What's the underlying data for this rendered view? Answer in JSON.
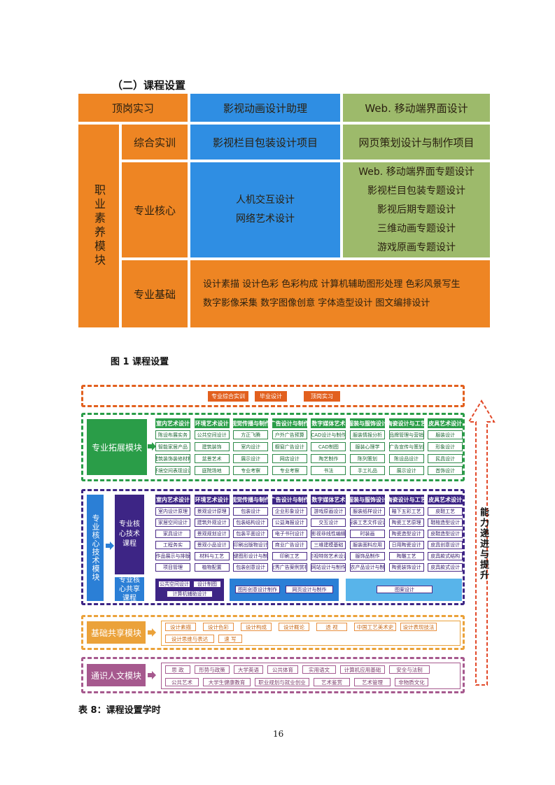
{
  "section_title": "（二）课程设置",
  "figure1": {
    "caption": "图 1   课程设置",
    "row_dinggang": {
      "label": "顶岗实习",
      "mid": "影视动画设计助理",
      "right": "Web. 移动端界面设计"
    },
    "side_label": "职业素养模块",
    "row_zonghe": {
      "label": "综合实训",
      "mid": "影视栏目包装设计项目",
      "right": "网页策划设计与制作项目"
    },
    "row_hexin": {
      "label": "专业核心",
      "mid": [
        "人机交互设计",
        "网络艺术设计"
      ],
      "right": [
        "Web. 移动端界面专题设计",
        "影视栏目包装专题设计",
        "影视后期专题设计",
        "三维动画专题设计",
        "游戏原画专题设计"
      ]
    },
    "row_jichu": {
      "label": "专业基础",
      "lines": [
        "设计素描   设计色彩   色彩构成   计算机辅助图形处理   色彩风景写生",
        "数字影像采集  数字图像创意   字体造型设计   图文编排设计"
      ]
    }
  },
  "figure2": {
    "top_items": [
      "专业综合实训",
      "毕业设计",
      "顶岗实习"
    ],
    "right_label": "能力递进与提升",
    "ext_module": {
      "label": "专业拓展模块",
      "columns": [
        {
          "header": "室内艺术设计",
          "items": [
            "陈设布展实务",
            "智能家居产品",
            "建筑装饰装修材料",
            "环境空间表现设计"
          ]
        },
        {
          "header": "环境艺术设计",
          "items": [
            "公共空间设计",
            "建筑装饰",
            "盆景艺术",
            "庭院场地"
          ]
        },
        {
          "header": "视觉传播与制作",
          "items": [
            "方正飞腾",
            "室内设计",
            "展示设计",
            "专业考察"
          ]
        },
        {
          "header": "广告设计与制作",
          "items": [
            "户外广告预算",
            "橱窗广告设计",
            "网店设计",
            "专业考察"
          ]
        },
        {
          "header": "数字媒体艺术",
          "items": [
            "CAD设计与制作",
            "CAD制图",
            "陶艺制作",
            "书法"
          ]
        },
        {
          "header": "服装与服饰设计",
          "items": [
            "服装情报分析",
            "服装心理学",
            "陈列策划",
            "手工礼品"
          ]
        },
        {
          "header": "陶瓷设计与工艺",
          "items": [
            "品牌管理与营销",
            "广告宣传与策划",
            "陈设品设计",
            "展示设计"
          ]
        },
        {
          "header": "皮具艺术设计",
          "items": [
            "服装设计",
            "形象设计",
            "民具设计",
            "首饰设计"
          ]
        }
      ]
    },
    "core_module": {
      "label": "专业核心技术模块",
      "sub1": "专业核心技术课程",
      "sub2": "专业核心共享课程",
      "columns": [
        {
          "header": "室内艺术设计",
          "items": [
            "室内设计原理",
            "家居空间设计",
            "家具设计",
            "工程务实",
            "作品展示与排版",
            "项目管理"
          ]
        },
        {
          "header": "环境艺术设计",
          "items": [
            "景观设计原理",
            "建筑外观设计",
            "景观规划设计",
            "景观小品设计",
            "材料与工艺",
            "植物配置"
          ]
        },
        {
          "header": "视觉传播与制作",
          "items": [
            "包装设计",
            "包装结构设计",
            "包装平面设计",
            "印刷出版物设计",
            "关键图形设计与制作",
            "包装创意设计"
          ]
        },
        {
          "header": "广告设计与制作",
          "items": [
            "企业形象设计",
            "公益海报设计",
            "电子书刊设计",
            "商业广告设计",
            "印刷工艺",
            "优秀广告案例赏析"
          ]
        },
        {
          "header": "数字媒体艺术",
          "items": [
            "游戏原画设计",
            "交互设计",
            "影视非线性编辑",
            "三维建模基础",
            "影视特效艺术设计",
            "网站设计与制作"
          ]
        },
        {
          "header": "服装与服饰设计",
          "items": [
            "服装纸样设计",
            "服装工艺文件设计",
            "时装画",
            "服装面料应用",
            "服饰品制作",
            "成衣产品设计与制作"
          ]
        },
        {
          "header": "陶瓷设计与工艺",
          "items": [
            "釉下五彩工艺",
            "陶瓷工艺原理",
            "陶瓷造型设计",
            "日用陶瓷设计",
            "陶雕工艺",
            "陶瓷装饰设计"
          ]
        },
        {
          "header": "皮具艺术设计",
          "items": [
            "皮鞋工艺",
            "鞋楦造型设计",
            "皮鞋造型设计",
            "皮具创意设计",
            "皮具款式结构",
            "皮具款式设计"
          ]
        }
      ],
      "shared_left": [
        "公共空间设计",
        "设计制图",
        "计算机辅助设计"
      ],
      "shared_mid1": "图形创意设计制作",
      "shared_mid2": "网页设计与制作",
      "shared_right": "图案设计"
    },
    "base_module": {
      "label": "基础共享模块",
      "items": [
        "设计素描",
        "设计色彩",
        "设计构成",
        "设计概论",
        "透  视",
        "中国工艺美术史",
        "设计表现技法",
        "设计思维与表达",
        "速  写"
      ]
    },
    "hum_module": {
      "label": "通识人文模块",
      "items": [
        "思  政",
        "形势与政策",
        "大学英语",
        "公共体育",
        "实用语文",
        "计算机应用基础",
        "安全与法制",
        "公共艺术",
        "大学生健康教育",
        "职业规划与就业创业",
        "艺术鉴赏",
        "艺术管理",
        "非物质文化"
      ]
    },
    "caption": "表 8：课程设置学时"
  },
  "page_number": "16",
  "colors": {
    "orange": "#ee8523",
    "blue": "#2f8ee3",
    "green": "#9dba6b",
    "dash_orange": "#e2601e",
    "dash_green": "#2a9d48",
    "dash_purple": "#3d2585",
    "dash_gold": "#eba23a",
    "dash_magenta": "#a6598e",
    "purple_fill": "#3d2585",
    "core_blue": "#2b7fd6"
  }
}
